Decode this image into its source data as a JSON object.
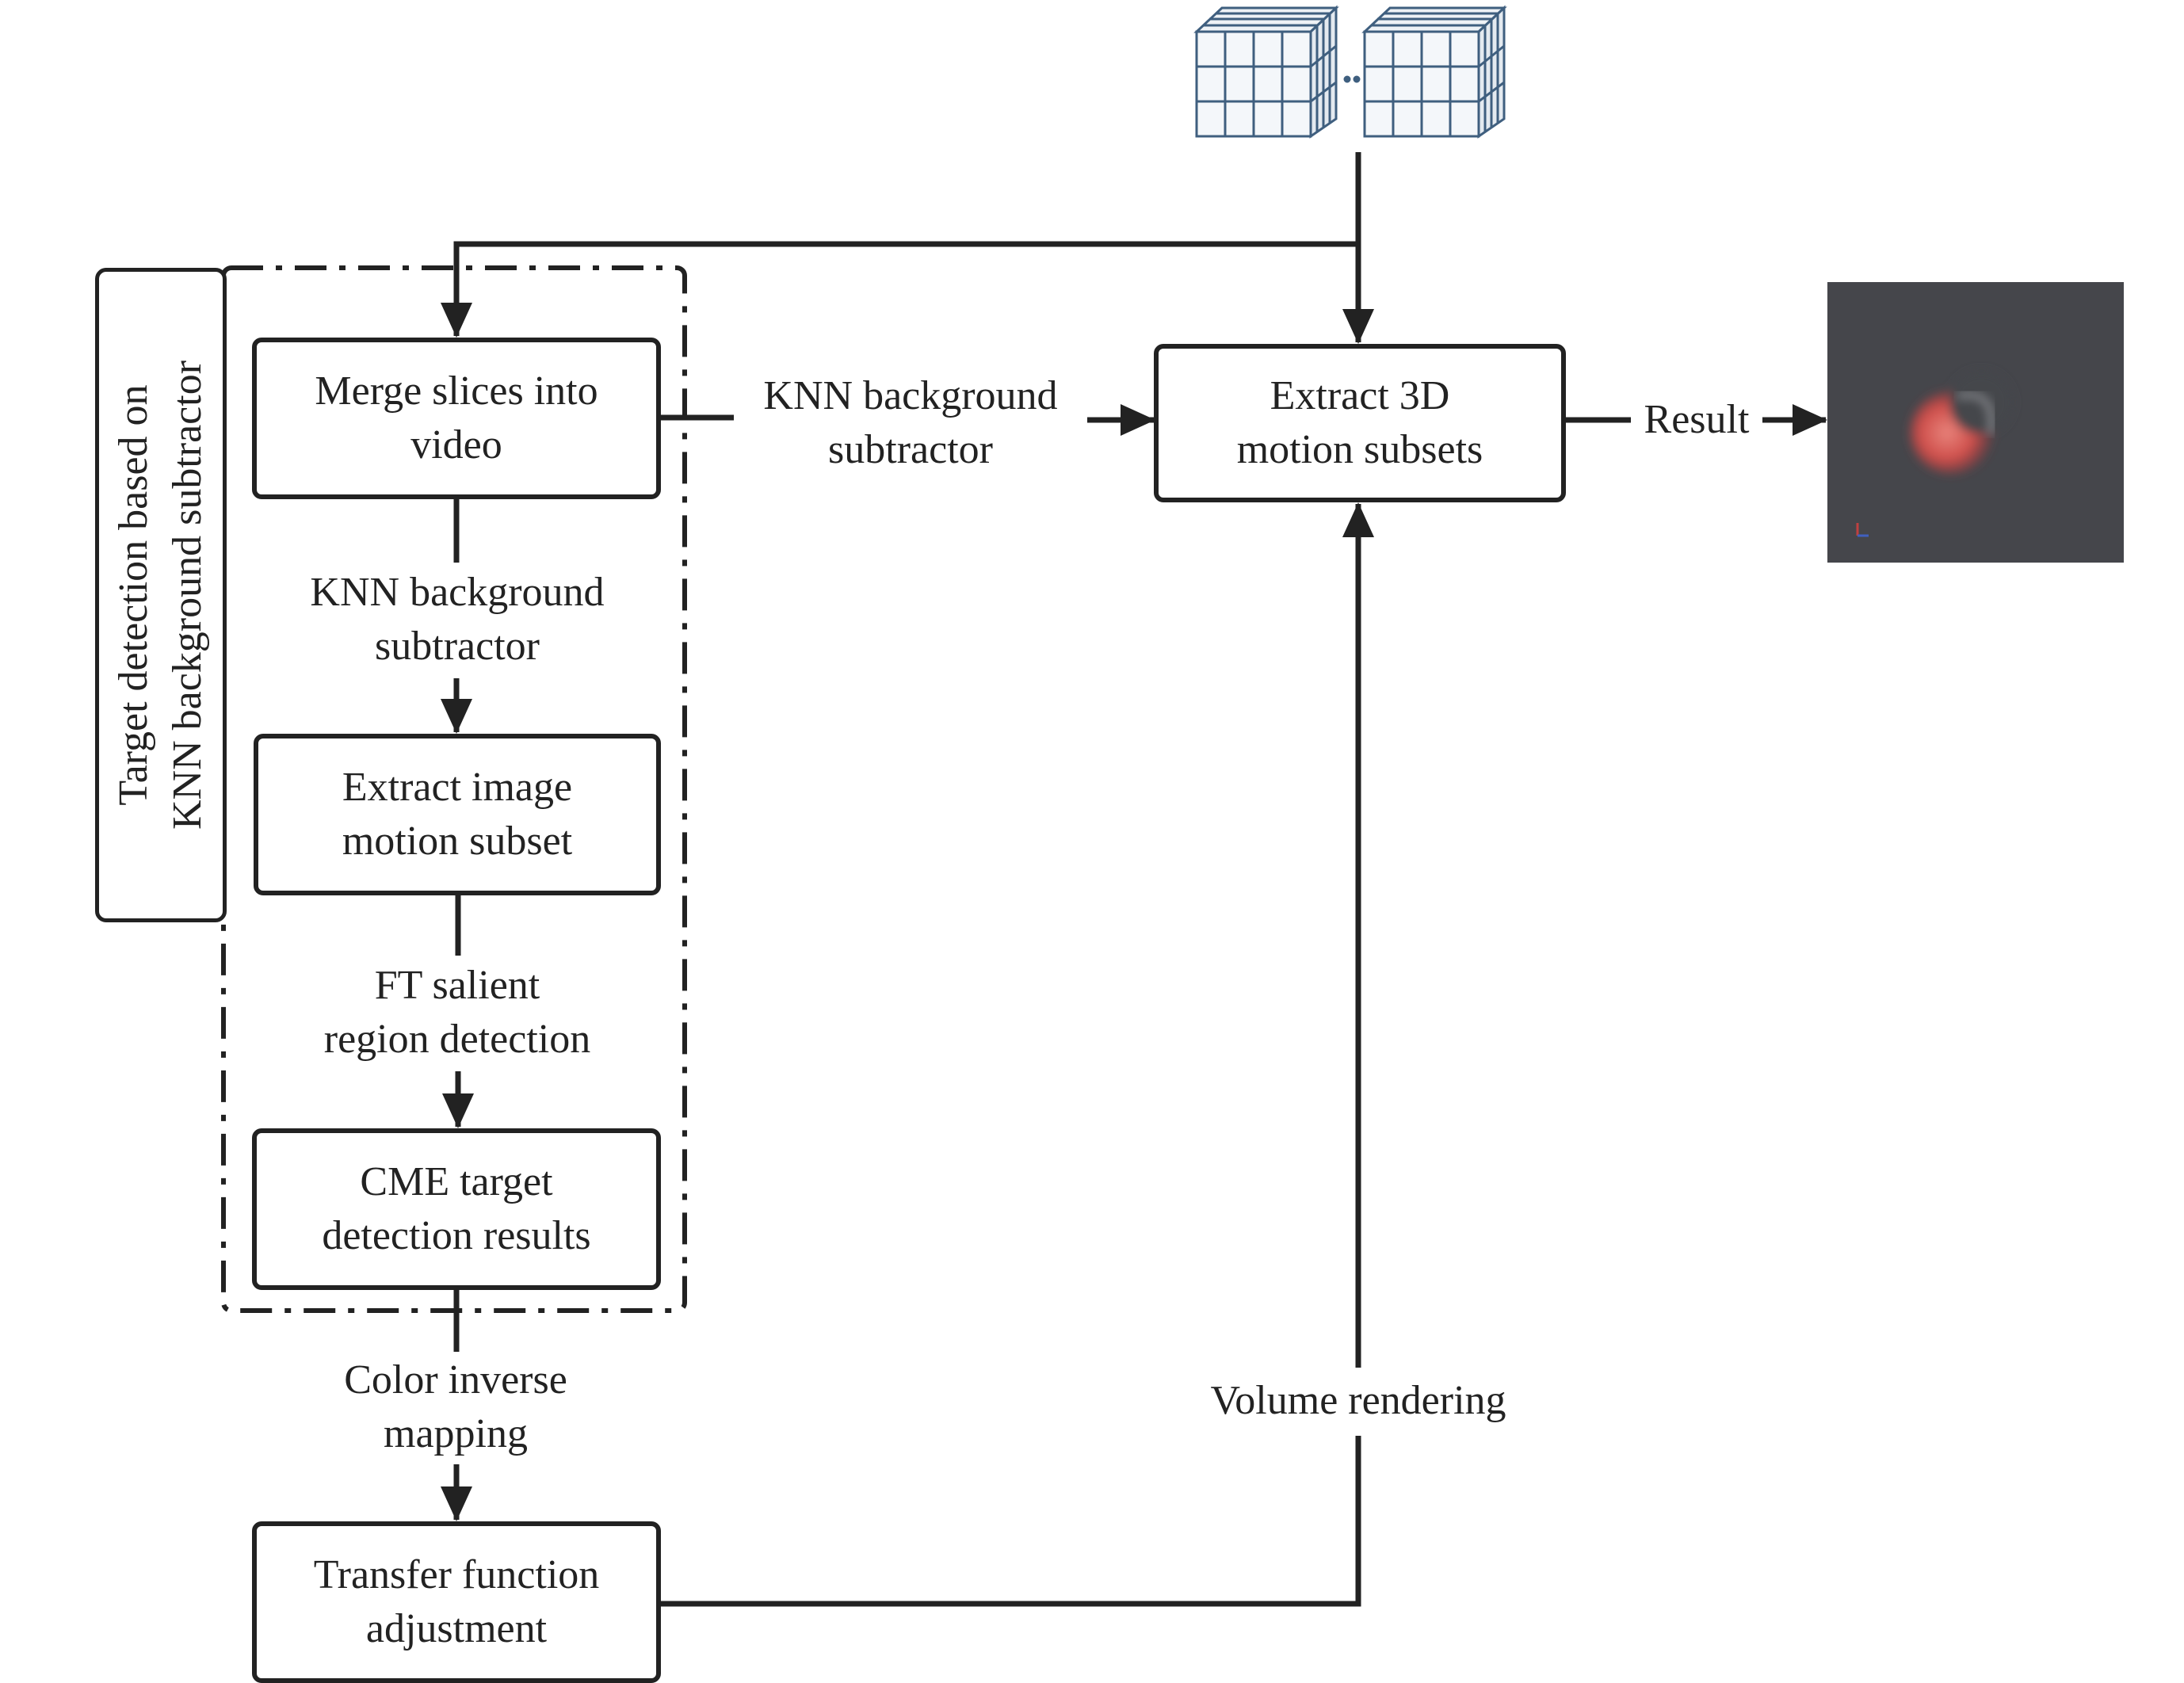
{
  "side_label": {
    "line1": "Target detection based on",
    "line2": "KNN background subtractor"
  },
  "boxes": {
    "merge": {
      "line1": "Merge slices into",
      "line2": "video"
    },
    "extract_image": {
      "line1": "Extract image",
      "line2": "motion subset"
    },
    "cme": {
      "line1": "CME target",
      "line2": "detection results"
    },
    "transfer": {
      "line1": "Transfer function",
      "line2": "adjustment"
    },
    "extract_3d": {
      "line1": "Extract 3D",
      "line2": "motion subsets"
    }
  },
  "edges": {
    "knn_horizontal": {
      "line1": "KNN background",
      "line2": "subtractor"
    },
    "knn_vertical": {
      "line1": "KNN background",
      "line2": "subtractor"
    },
    "ft": {
      "line1": "FT salient",
      "line2": "region detection"
    },
    "color_inverse": {
      "line1": "Color inverse",
      "line2": "mapping"
    },
    "volume_rendering": "Volume rendering",
    "result": "Result"
  },
  "colors": {
    "stroke": "#222222",
    "grid_line": "#3f5f7f",
    "result_bg": "#45464b",
    "result_blob": "#d9554f"
  }
}
